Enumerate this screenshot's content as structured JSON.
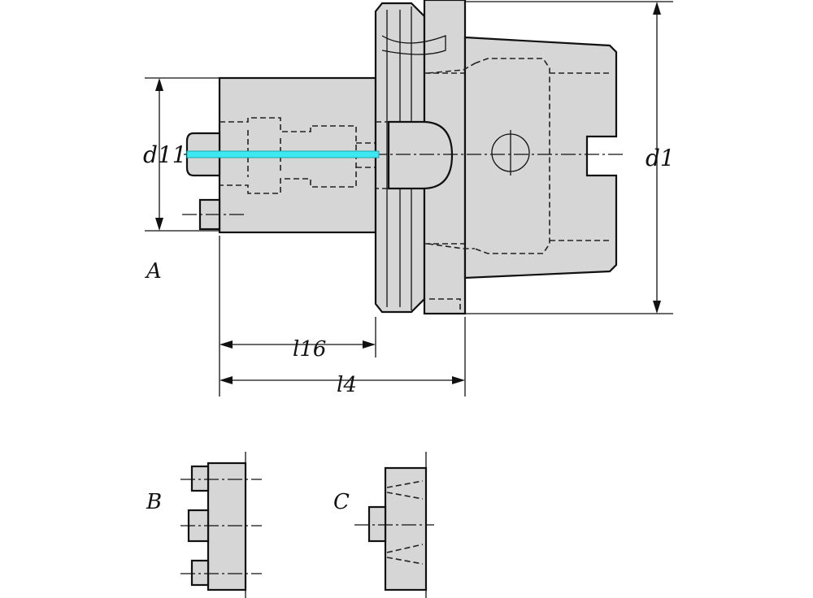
{
  "drawing": {
    "labels": {
      "d11": "d11",
      "d1": "d1",
      "l16": "l16",
      "l4": "l4",
      "view_a": "A",
      "view_b": "B",
      "view_c": "C"
    },
    "colors": {
      "body": "#d6d6d6",
      "line": "#111111",
      "coolant": "#3ee8f0"
    }
  }
}
